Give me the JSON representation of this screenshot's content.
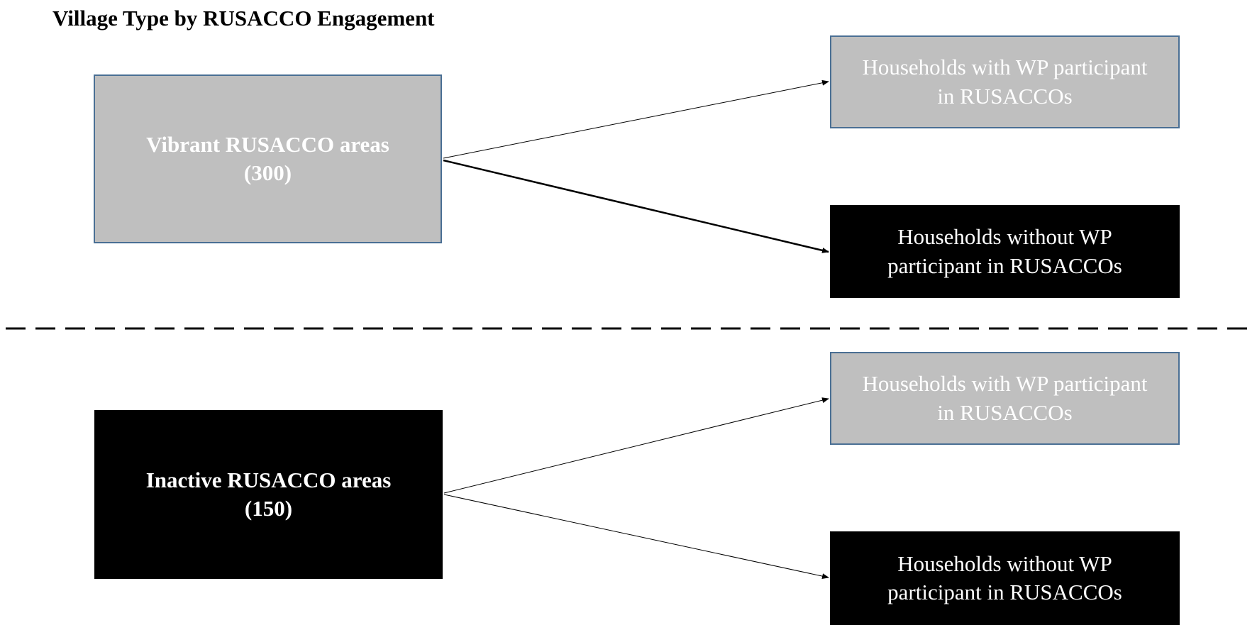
{
  "title": "Village Type by RUSACCO Engagement",
  "sources": {
    "vibrant": {
      "label": "Vibrant RUSACCO areas",
      "count": "(300)"
    },
    "inactive": {
      "label": "Inactive RUSACCO areas",
      "count": "(150)"
    }
  },
  "targets": {
    "vibrant_with": {
      "line1": "Households with WP participant",
      "line2": "in RUSACCOs"
    },
    "vibrant_without": {
      "line1": "Households without WP",
      "line2": "participant in RUSACCOs"
    },
    "inactive_with": {
      "line1": "Households with WP participant",
      "line2": "in RUSACCOs"
    },
    "inactive_without": {
      "line1": "Households without WP",
      "line2": "participant in RUSACCOs"
    }
  },
  "colors": {
    "gray_box": "#bfbfbf",
    "gray_border": "#4a6f94",
    "black_box": "#000000",
    "text": "#ffffff"
  }
}
